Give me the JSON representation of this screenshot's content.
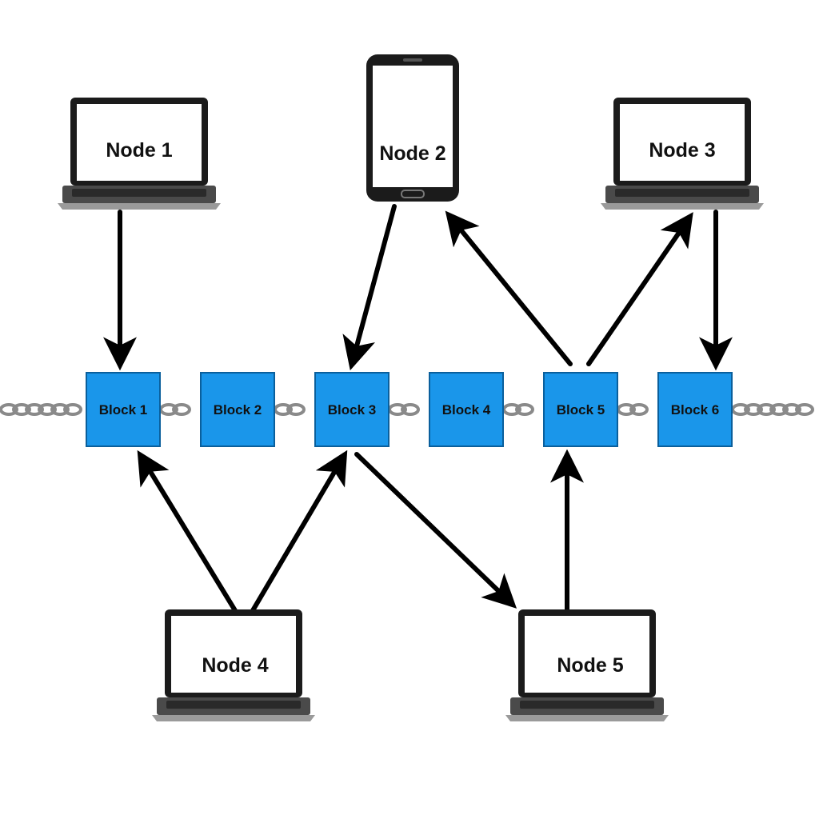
{
  "colors": {
    "block_fill": "#1a96ea",
    "block_stroke": "#0a5f9c",
    "device_frame": "#1b1b1b",
    "screen": "#ffffff",
    "chain": "#8a8a8a",
    "arrow": "#000000"
  },
  "nodes": [
    {
      "id": "n1",
      "label": "Node 1",
      "device": "laptop-icon"
    },
    {
      "id": "n2",
      "label": "Node 2",
      "device": "smartphone-icon"
    },
    {
      "id": "n3",
      "label": "Node 3",
      "device": "laptop-icon"
    },
    {
      "id": "n4",
      "label": "Node 4",
      "device": "laptop-icon"
    },
    {
      "id": "n5",
      "label": "Node 5",
      "device": "laptop-icon"
    }
  ],
  "blocks": [
    {
      "id": "b1",
      "label": "Block 1"
    },
    {
      "id": "b2",
      "label": "Block 2"
    },
    {
      "id": "b3",
      "label": "Block 3"
    },
    {
      "id": "b4",
      "label": "Block 4"
    },
    {
      "id": "b5",
      "label": "Block 5"
    },
    {
      "id": "b6",
      "label": "Block 6"
    }
  ],
  "connections": [
    {
      "from": "n1",
      "to": "b1"
    },
    {
      "from": "n2",
      "to": "b3"
    },
    {
      "from": "b5",
      "to": "n2"
    },
    {
      "from": "b5",
      "to": "n3"
    },
    {
      "from": "n3",
      "to": "b6"
    },
    {
      "from": "n4",
      "to": "b1"
    },
    {
      "from": "n4",
      "to": "b3"
    },
    {
      "from": "b3",
      "to": "n5"
    },
    {
      "from": "n5",
      "to": "b5"
    }
  ]
}
